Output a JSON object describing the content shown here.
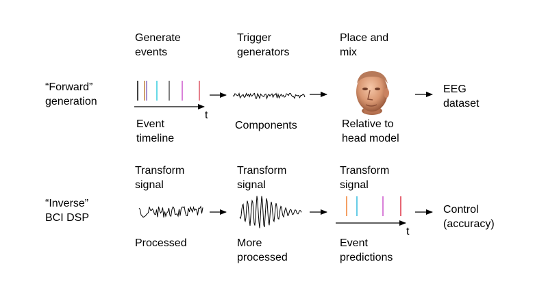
{
  "forward": {
    "row_label": "“Forward”\ngeneration",
    "stage1": {
      "top": "Generate\nevents",
      "bottom": "Event\ntimeline",
      "axis": "t"
    },
    "stage2": {
      "top": "Trigger\ngenerators",
      "bottom": "Components"
    },
    "stage3": {
      "top": "Place and\nmix",
      "bottom": "Relative to\nhead model"
    },
    "output": "EEG\ndataset"
  },
  "inverse": {
    "row_label": "“Inverse”\nBCI DSP",
    "stage1": {
      "top": "Transform\nsignal",
      "bottom": "Processed"
    },
    "stage2": {
      "top": "Transform\nsignal",
      "bottom": "More\nprocessed"
    },
    "stage3": {
      "top": "Transform\nsignal",
      "bottom": "Event\npredictions",
      "axis": "t"
    },
    "output": "Control\n(accuracy)"
  },
  "event_colors": {
    "forward": [
      "#000000",
      "#c08040",
      "#8a6bbf",
      "#33ccdd",
      "#555555",
      "#cc55cc",
      "#dd5566"
    ],
    "inverse": [
      "#f08030",
      "#33bbdd",
      "#cc55cc",
      "#dd3344"
    ]
  },
  "icons": {
    "head": "head-model-icon",
    "arrow": "arrow-right-icon"
  }
}
